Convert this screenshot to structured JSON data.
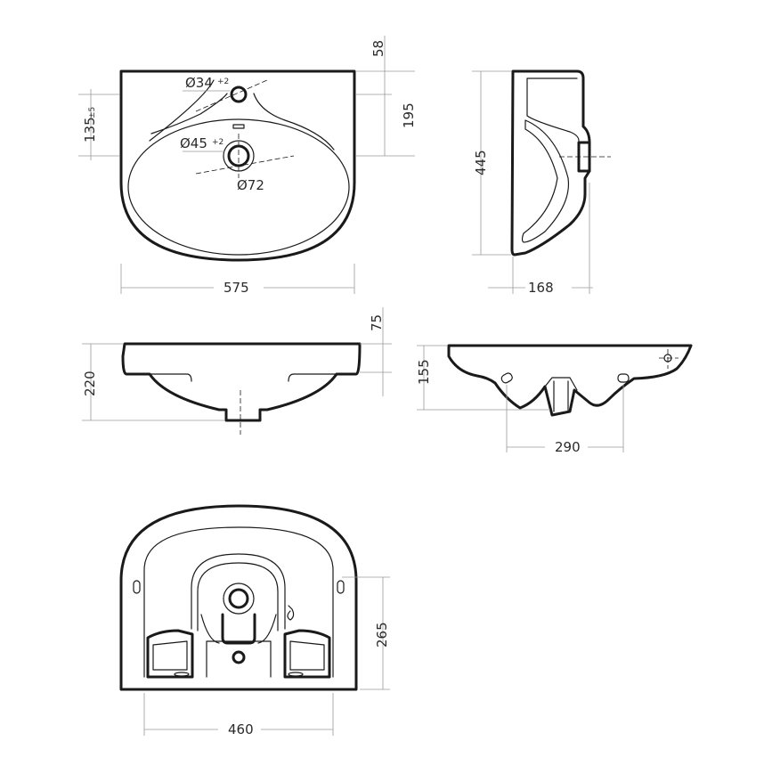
{
  "dimensions": {
    "top_view": {
      "width": "575",
      "offset_top": "58",
      "tap_to_drain": "195",
      "tap_offset": "135",
      "tap_offset_tol": "±5",
      "tap_hole": "Ø34",
      "tap_hole_tol": "+2",
      "drain_hole": "Ø45",
      "drain_hole_tol": "+2",
      "drain_outer": "Ø72"
    },
    "side_view": {
      "depth": "445",
      "thickness": "168"
    },
    "front_view": {
      "height": "220",
      "rim": "75"
    },
    "back_view": {
      "height": "155",
      "mount_spacing": "290"
    },
    "bottom_view": {
      "width": "460",
      "depth": "265"
    }
  },
  "colors": {
    "line": "#1a1a1a",
    "dimension": "#9a9a9a"
  }
}
